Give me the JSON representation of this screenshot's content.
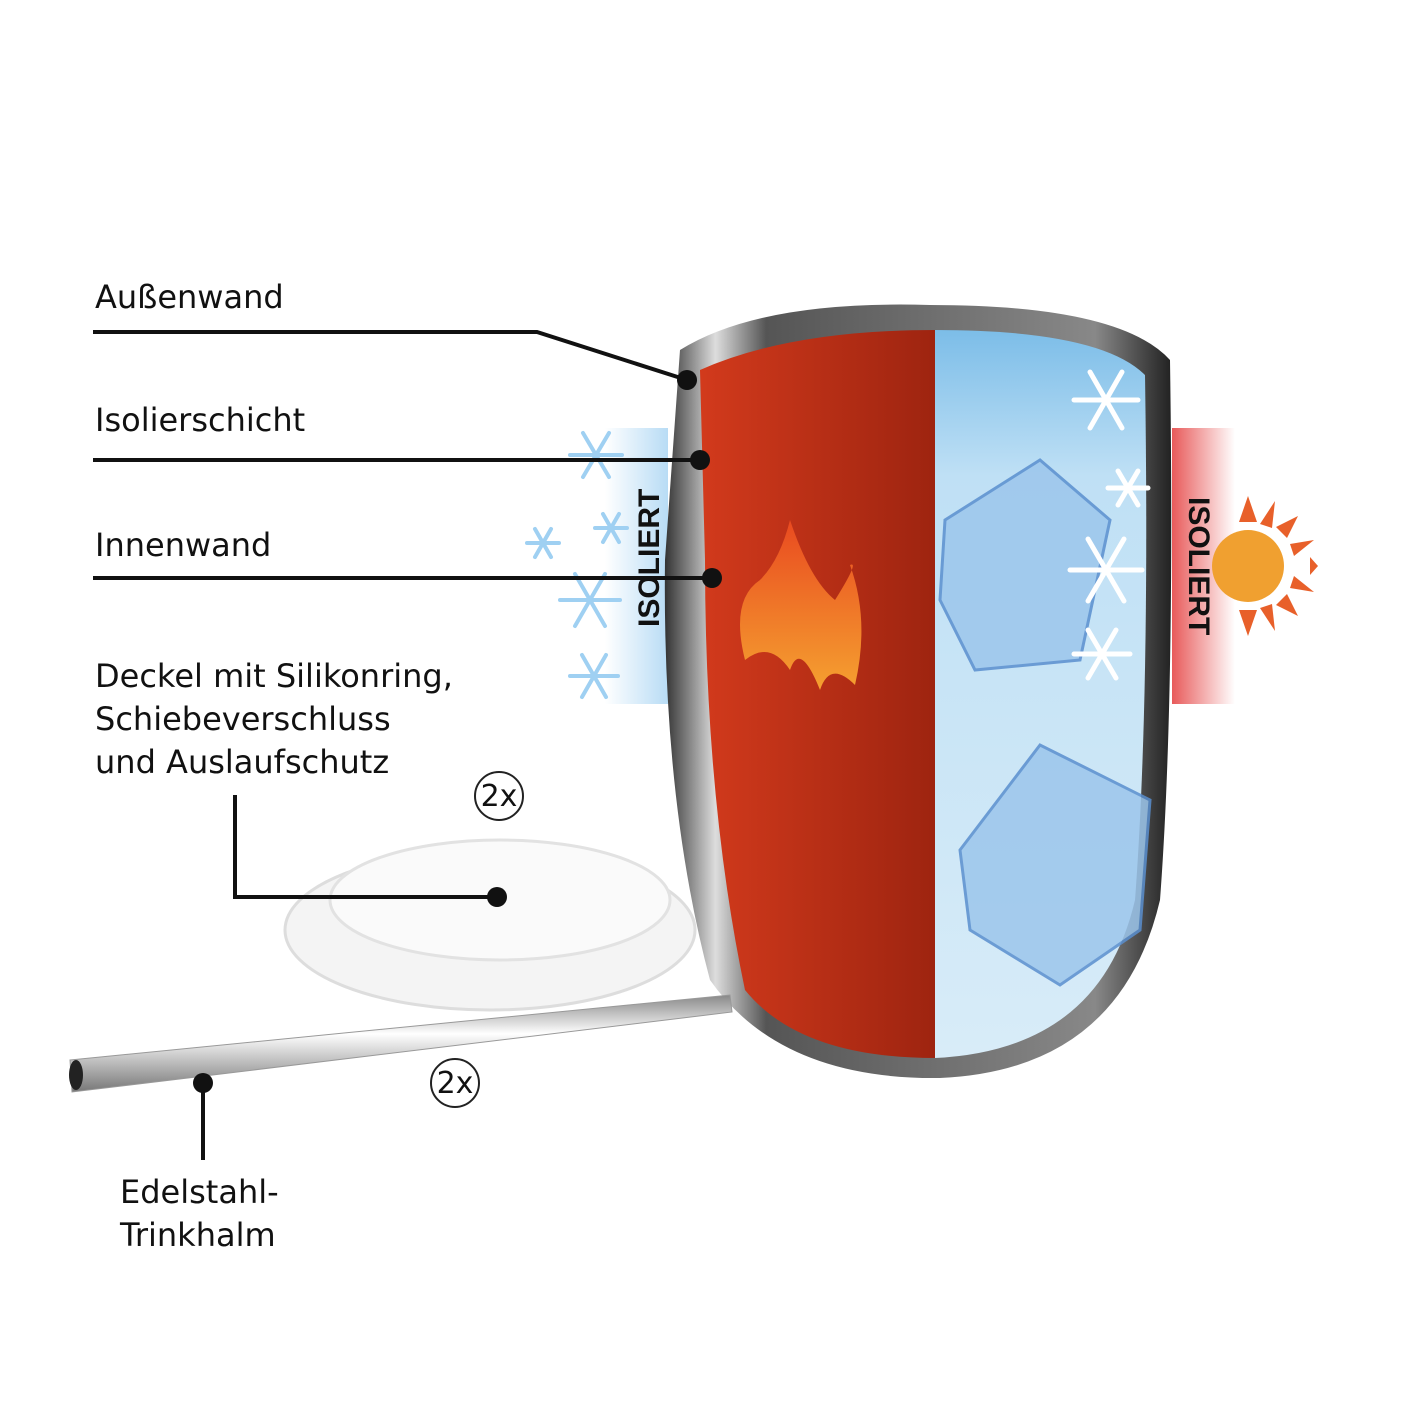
{
  "labels": {
    "outer_wall": "Außenwand",
    "insulation_layer": "Isolierschicht",
    "inner_wall": "Innenwand",
    "lid_line1": "Deckel mit Silikonring,",
    "lid_line2": "Schiebeverschluss",
    "lid_line3": "und Auslaufschutz",
    "straw_line1": "Edelstahl-",
    "straw_line2": "Trinkhalm"
  },
  "badges": {
    "lid_count": "2x",
    "straw_count": "2x"
  },
  "insulation": {
    "left": "ISOLIERT",
    "right": "ISOLIERT"
  },
  "colors": {
    "hot": "#c0341c",
    "cold": "#8cc8ee",
    "line": "#111111"
  }
}
